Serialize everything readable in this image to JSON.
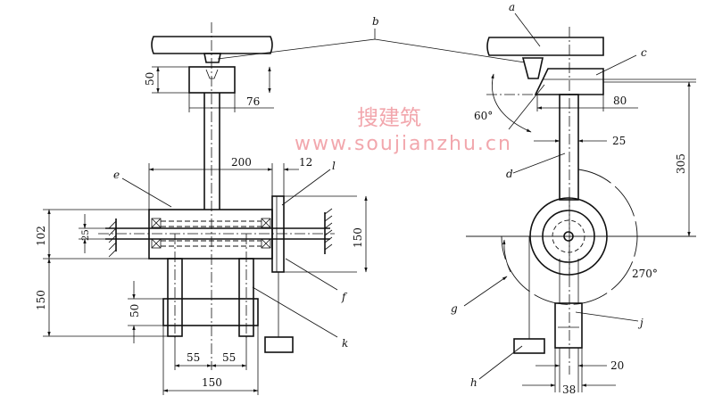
{
  "labels": {
    "a": "a",
    "b": "b",
    "c": "c",
    "d": "d",
    "e": "e",
    "f": "f",
    "g": "g",
    "h": "h",
    "j": "j",
    "k": "k",
    "l": "l"
  },
  "dimensions": {
    "left_block_height": "50",
    "left_block_width": "76",
    "housing_length": "200",
    "flange_thickness": "12",
    "housing_height": "102",
    "shaft_diameter": "25",
    "flange_height": "150",
    "leg_height": "150",
    "base_height": "50",
    "leg_offset_left": "55",
    "leg_offset_right": "55",
    "base_width": "150",
    "right_block_width": "80",
    "arm_width": "25",
    "arm_length": "305",
    "bottom_inner": "20",
    "bottom_outer": "38"
  },
  "angles": {
    "tilt": "60°",
    "swing": "270°"
  },
  "watermark": {
    "cn": "搜建筑",
    "url": "www.soujianzhu.cn"
  }
}
